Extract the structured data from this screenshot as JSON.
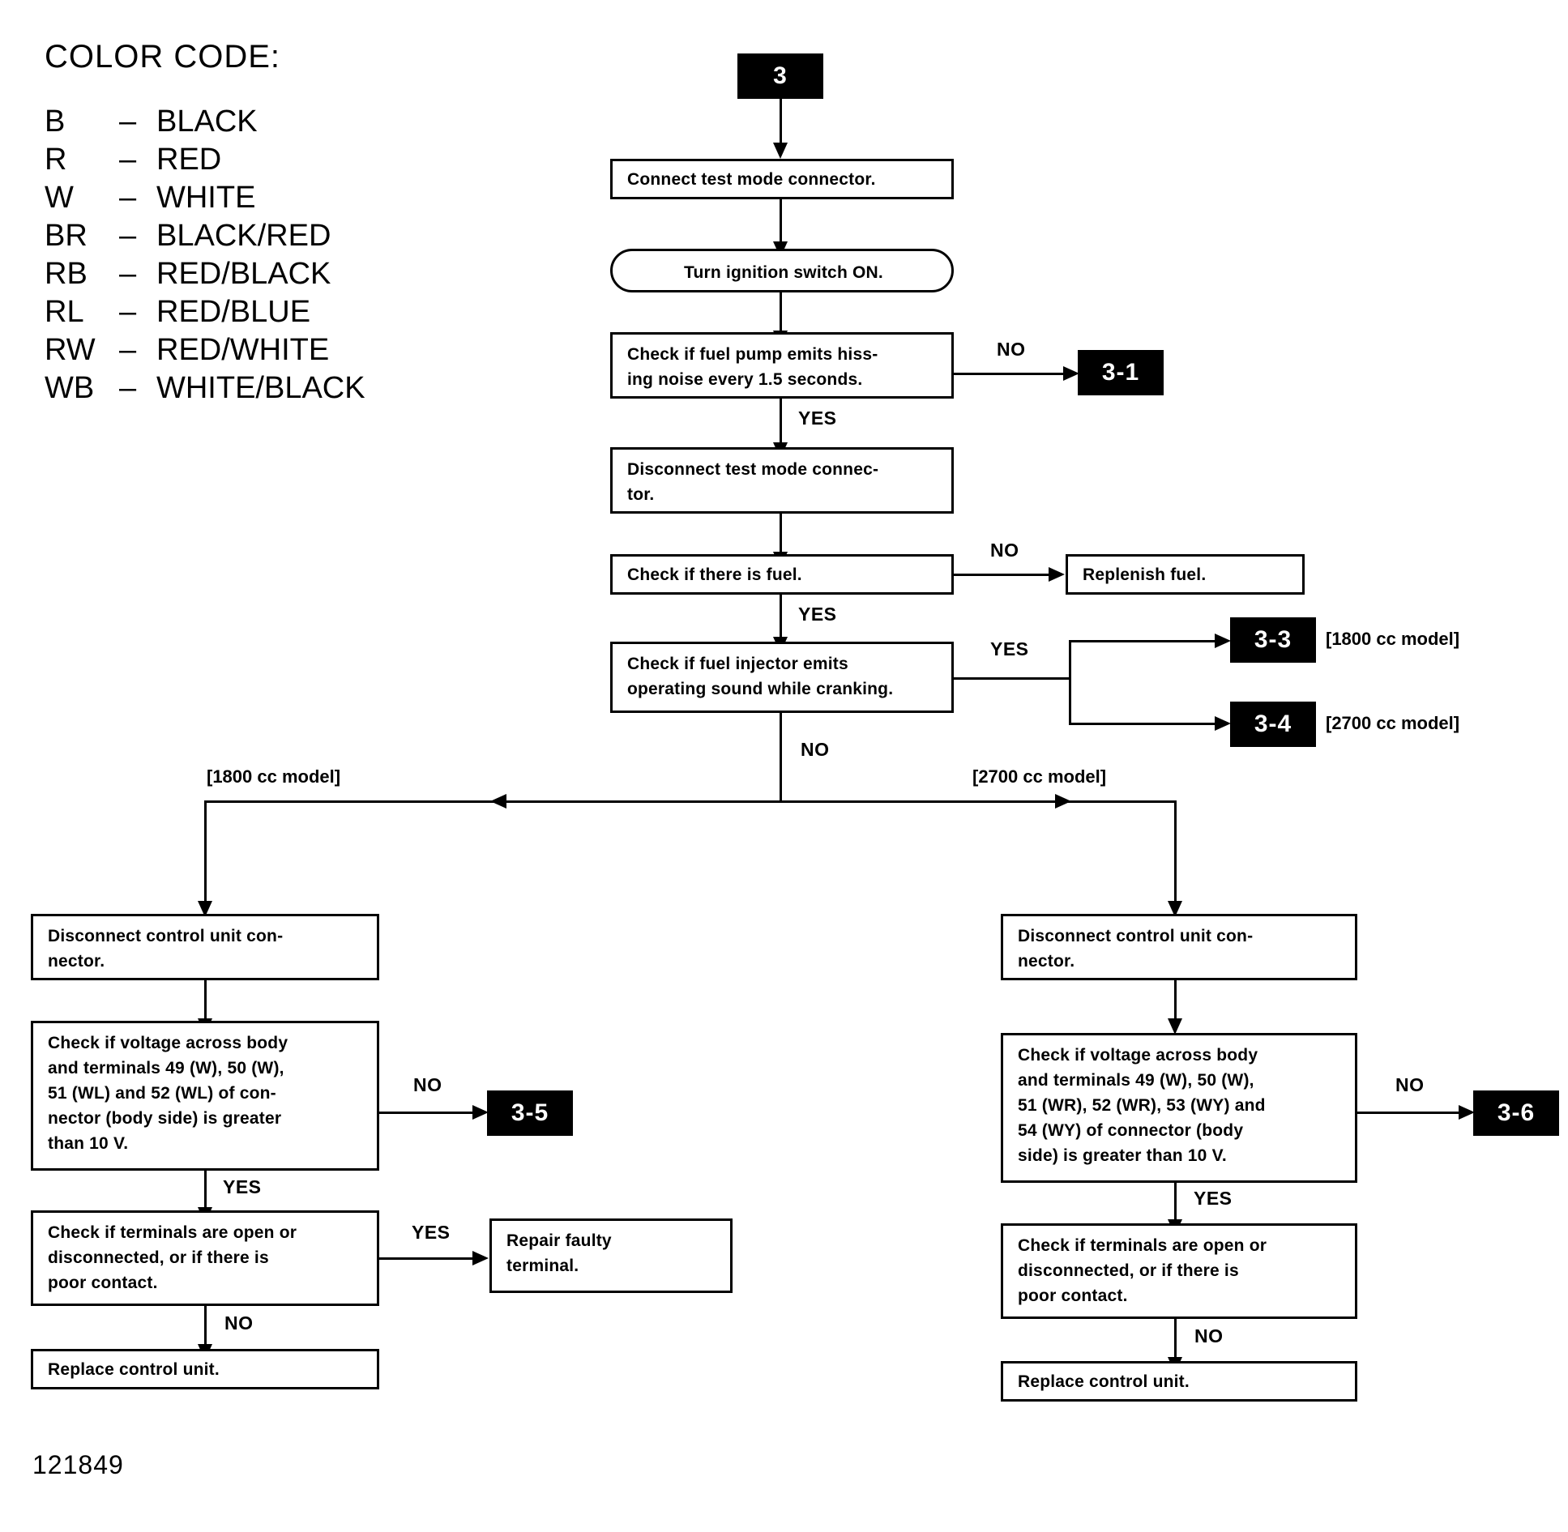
{
  "legend": {
    "title": "COLOR CODE:",
    "rows": [
      {
        "abbr": "B",
        "dash": "–",
        "name": "BLACK"
      },
      {
        "abbr": "R",
        "dash": "–",
        "name": "RED"
      },
      {
        "abbr": "W",
        "dash": "–",
        "name": "WHITE"
      },
      {
        "abbr": "BR",
        "dash": "–",
        "name": "BLACK/RED"
      },
      {
        "abbr": "RB",
        "dash": "–",
        "name": "RED/BLACK"
      },
      {
        "abbr": "RL",
        "dash": "–",
        "name": "RED/BLUE"
      },
      {
        "abbr": "RW",
        "dash": "–",
        "name": "RED/WHITE"
      },
      {
        "abbr": "WB",
        "dash": "–",
        "name": "WHITE/BLACK"
      }
    ]
  },
  "chart_data": {
    "type": "flowchart",
    "title": "Engine fuel system diagnostic flowchart 3",
    "entry_badge": "3",
    "nodes": [
      {
        "id": "n1",
        "shape": "process",
        "text": "Connect test mode connector."
      },
      {
        "id": "n2",
        "shape": "terminal",
        "text": "Turn ignition switch ON."
      },
      {
        "id": "n3",
        "shape": "decision",
        "text": "Check if fuel pump emits hissing noise every 1.5 seconds."
      },
      {
        "id": "n4",
        "shape": "process",
        "text": "Disconnect test mode connector."
      },
      {
        "id": "n5",
        "shape": "decision",
        "text": "Check if there is fuel."
      },
      {
        "id": "n6",
        "shape": "process",
        "text": "Replenish fuel."
      },
      {
        "id": "n7",
        "shape": "decision",
        "text": "Check if fuel injector emits operating sound while cranking."
      },
      {
        "id": "L1",
        "shape": "process",
        "text": "Disconnect control unit connector."
      },
      {
        "id": "L2",
        "shape": "decision",
        "text": "Check if voltage across body and terminals 49 (W), 50 (W), 51 (WL) and 52 (WL) of connector (body side) is greater than 10 V."
      },
      {
        "id": "L3",
        "shape": "decision",
        "text": "Check if terminals are open or disconnected, or if there is poor contact."
      },
      {
        "id": "L4",
        "shape": "process",
        "text": "Repair faulty terminal."
      },
      {
        "id": "L5",
        "shape": "process",
        "text": "Replace control unit."
      },
      {
        "id": "R1",
        "shape": "process",
        "text": "Disconnect control unit connector."
      },
      {
        "id": "R2",
        "shape": "decision",
        "text": "Check if voltage across body and terminals 49 (W), 50 (W), 51 (WR), 52 (WR), 53 (WY) and 54 (WY) of connector (body side) is greater than 10 V."
      },
      {
        "id": "R3",
        "shape": "decision",
        "text": "Check if terminals are open or disconnected, or if there is poor contact."
      },
      {
        "id": "R4",
        "shape": "process",
        "text": "Replace control unit."
      }
    ],
    "reference_badges": [
      "3-1",
      "3-3",
      "3-4",
      "3-5",
      "3-6"
    ],
    "edges": [
      {
        "from": "3",
        "to": "n1",
        "label": ""
      },
      {
        "from": "n1",
        "to": "n2",
        "label": ""
      },
      {
        "from": "n2",
        "to": "n3",
        "label": ""
      },
      {
        "from": "n3",
        "to": "3-1",
        "label": "NO"
      },
      {
        "from": "n3",
        "to": "n4",
        "label": "YES"
      },
      {
        "from": "n4",
        "to": "n5",
        "label": ""
      },
      {
        "from": "n5",
        "to": "n6",
        "label": "NO"
      },
      {
        "from": "n5",
        "to": "n7",
        "label": "YES"
      },
      {
        "from": "n7",
        "to": "3-3",
        "label": "YES"
      },
      {
        "from": "n7",
        "to": "3-4",
        "label": "YES"
      },
      {
        "from": "n7",
        "to": "L1",
        "label": "NO"
      },
      {
        "from": "n7",
        "to": "R1",
        "label": "NO"
      },
      {
        "from": "L1",
        "to": "L2",
        "label": ""
      },
      {
        "from": "L2",
        "to": "3-5",
        "label": "NO"
      },
      {
        "from": "L2",
        "to": "L3",
        "label": "YES"
      },
      {
        "from": "L3",
        "to": "L4",
        "label": "YES"
      },
      {
        "from": "L3",
        "to": "L5",
        "label": "NO"
      },
      {
        "from": "R1",
        "to": "R2",
        "label": ""
      },
      {
        "from": "R2",
        "to": "3-6",
        "label": "NO"
      },
      {
        "from": "R2",
        "to": "R3",
        "label": "YES"
      },
      {
        "from": "R3",
        "to": "R4",
        "label": "NO"
      }
    ]
  },
  "flow": {
    "entry_badge": "3",
    "box_connect": "Connect test mode connector.",
    "box_ignition": "Turn ignition switch ON.",
    "box_hiss_l1": "Check if fuel pump emits hiss-",
    "box_hiss_l2": "ing noise every 1.5 seconds.",
    "badge_3_1": "3-1",
    "box_disconnect_l1": "Disconnect test mode connec-",
    "box_disconnect_l2": "tor.",
    "box_fuel": "Check if there is fuel.",
    "box_replenish": "Replenish fuel.",
    "box_injector_l1": "Check if fuel injector emits",
    "box_injector_l2": "operating sound while cranking.",
    "badge_3_3": "3-3",
    "badge_3_4": "3-4",
    "model_1800_badge": "[1800 cc model]",
    "model_2700_badge": "[2700 cc model]",
    "model_1800_branch": "[1800 cc model]",
    "model_2700_branch": "[2700 cc model]",
    "labels": {
      "no_hiss": "NO",
      "yes_hiss": "YES",
      "no_fuel": "NO",
      "yes_fuel": "YES",
      "yes_injector": "YES",
      "no_injector": "NO",
      "no_left_voltage": "NO",
      "yes_left_voltage": "YES",
      "yes_left_terminals": "YES",
      "no_left_terminals": "NO",
      "no_right_voltage": "NO",
      "yes_right_voltage": "YES",
      "no_right_terminals": "NO"
    }
  },
  "left_branch": {
    "box_disconnect_l1": "Disconnect control unit con-",
    "box_disconnect_l2": "nector.",
    "box_voltage_l1": "Check if voltage across body",
    "box_voltage_l2": "and terminals 49 (W), 50 (W),",
    "box_voltage_l3": "51 (WL) and 52 (WL) of con-",
    "box_voltage_l4": "nector (body side) is greater",
    "box_voltage_l5": "than 10 V.",
    "badge_3_5": "3-5",
    "box_terminals_l1": "Check if terminals are open or",
    "box_terminals_l2": "disconnected, or if there is",
    "box_terminals_l3": "poor contact.",
    "box_repair_l1": "Repair faulty",
    "box_repair_l2": "terminal.",
    "box_replace": "Replace control unit."
  },
  "right_branch": {
    "box_disconnect_l1": "Disconnect control unit con-",
    "box_disconnect_l2": "nector.",
    "box_voltage_l1": "Check if voltage across body",
    "box_voltage_l2": "and terminals 49 (W), 50 (W),",
    "box_voltage_l3": "51 (WR), 52 (WR), 53 (WY) and",
    "box_voltage_l4": "54 (WY) of connector (body",
    "box_voltage_l5": "side) is greater than 10 V.",
    "badge_3_6": "3-6",
    "box_terminals_l1": "Check if terminals are open or",
    "box_terminals_l2": "disconnected, or if there is",
    "box_terminals_l3": "poor contact.",
    "box_replace": "Replace control unit."
  },
  "footer": {
    "code": "121849"
  }
}
